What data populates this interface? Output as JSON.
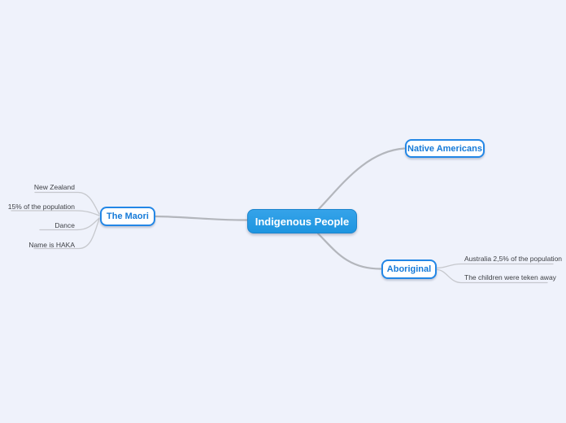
{
  "colors": {
    "background": "#eff2fb",
    "root_fill": "#2699e4",
    "node_border_blue": "#2387e6",
    "node_text_blue": "#157ad8",
    "branch_line": "#b3b6bc",
    "leaf_line": "#c6c8cd",
    "leaf_text": "#3d3f44"
  },
  "mindmap": {
    "root": {
      "label": "Indigenous People"
    },
    "branches": [
      {
        "label": "Native Americans",
        "children": []
      },
      {
        "label": "The Maori",
        "children": [
          "New Zealand",
          "15% of the population",
          "Dance",
          "Name is HAKA"
        ]
      },
      {
        "label": "Aboriginal",
        "children": [
          "Australia 2,5% of the population",
          "The children were teken away"
        ]
      }
    ]
  }
}
